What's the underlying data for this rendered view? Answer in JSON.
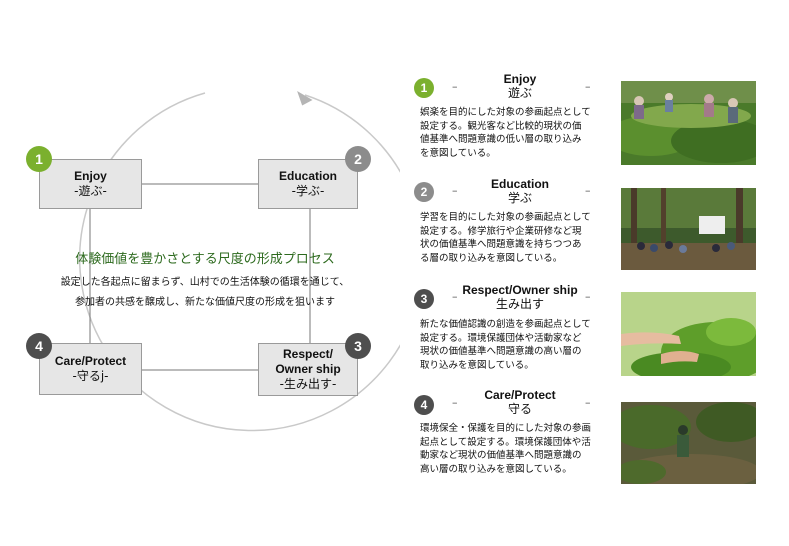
{
  "colors": {
    "badge_green": "#7bb02e",
    "badge_gray": "#8c8c8c",
    "badge_dark": "#4e4e4e",
    "title_green": "#2d6a1e"
  },
  "diagram": {
    "center_title": "体験価値を豊かさとする尺度の形成プロセス",
    "center_desc_line1": "設定した各起点に留まらず、山村での生活体験の循環を通じて、",
    "center_desc_line2": "参加者の共感を醸成し、新たな価値尺度の形成を狙います",
    "stages": [
      {
        "num": "1",
        "en": "Enjoy",
        "jp": "-遊ぶ-"
      },
      {
        "num": "2",
        "en": "Education",
        "jp": "-学ぶ-"
      },
      {
        "num": "3",
        "en": "Respect/\nOwner ship",
        "en_line1": "Respect/",
        "en_line2": "Owner ship",
        "jp": "-生み出す-"
      },
      {
        "num": "4",
        "en": "Care/Protect",
        "jp": "-守るj-"
      }
    ]
  },
  "items": [
    {
      "num": "1",
      "en": "Enjoy",
      "jp": "遊ぶ",
      "desc": "娯楽を目的にした対象の参画起点として\n設定する。観光客など比較的現状の価\n値基準へ問題意識の低い層の取り込み\nを意図している。",
      "photo_icon": "tea-field-photo"
    },
    {
      "num": "2",
      "en": "Education",
      "jp": "学ぶ",
      "desc": "学習を目的にした対象の参画起点として\n設定する。修学旅行や企業研修など現\n状の価値基準へ問題意識を持ちつつあ\nる層の取り込みを意図している。",
      "photo_icon": "forest-class-photo"
    },
    {
      "num": "3",
      "en": "Respect/Owner ship",
      "jp": "生み出す",
      "desc": "新たな価値認識の創造を参画起点として\n設定する。環境保護団体や活動家など\n現状の価値基準へ問題意識の高い層の\n取り込みを意図している。",
      "photo_icon": "tea-picking-photo"
    },
    {
      "num": "4",
      "en": "Care/Protect",
      "jp": "守る",
      "desc": "環境保全・保護を目的にした対象の参画\n起点として設定する。環境保護団体や活\n動家など現状の価値基準へ問題意識の\n高い層の取り込みを意図している。",
      "photo_icon": "field-work-photo"
    }
  ]
}
